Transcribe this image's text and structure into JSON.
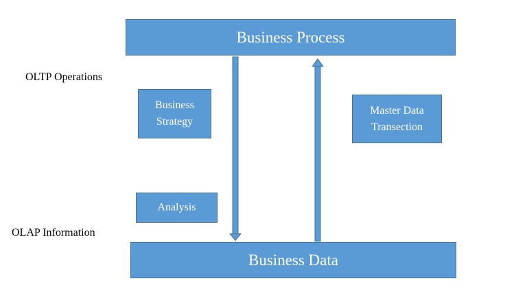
{
  "diagram": {
    "top_box": "Business Process",
    "bottom_box": "Business Data",
    "left_label_top": "OLTP Operations",
    "left_label_bottom": "OLAP Information",
    "box_strategy": [
      "Business",
      "Strategy"
    ],
    "box_analysis": "Analysis",
    "box_master": [
      "Master Data",
      "Transection"
    ]
  },
  "colors": {
    "box_fill": "#5b9bd5",
    "box_border": "#41719c",
    "text_on_box": "#ffffff"
  }
}
